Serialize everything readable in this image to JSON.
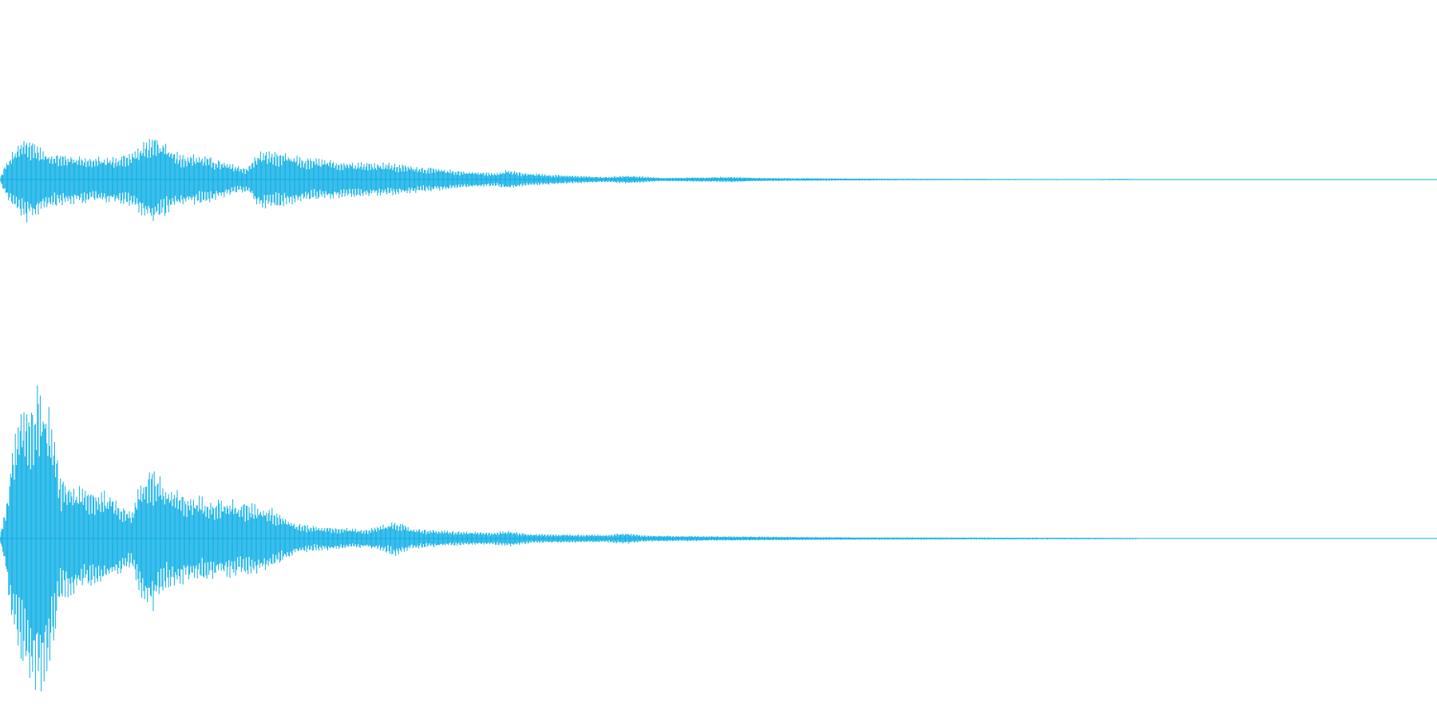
{
  "waveform": {
    "color": "#0aaee6",
    "background": "#ffffff",
    "channel_count": 2,
    "channels": [
      {
        "name": "channel-1",
        "envelope": [
          [
            0.0,
            0.02
          ],
          [
            0.004,
            0.3
          ],
          [
            0.01,
            0.55
          ],
          [
            0.018,
            0.78
          ],
          [
            0.024,
            0.7
          ],
          [
            0.03,
            0.52
          ],
          [
            0.045,
            0.46
          ],
          [
            0.06,
            0.42
          ],
          [
            0.08,
            0.4
          ],
          [
            0.095,
            0.55
          ],
          [
            0.105,
            0.78
          ],
          [
            0.112,
            0.72
          ],
          [
            0.125,
            0.48
          ],
          [
            0.145,
            0.42
          ],
          [
            0.16,
            0.28
          ],
          [
            0.172,
            0.22
          ],
          [
            0.18,
            0.5
          ],
          [
            0.19,
            0.52
          ],
          [
            0.21,
            0.4
          ],
          [
            0.24,
            0.33
          ],
          [
            0.27,
            0.3
          ],
          [
            0.29,
            0.24
          ],
          [
            0.32,
            0.16
          ],
          [
            0.345,
            0.12
          ],
          [
            0.352,
            0.18
          ],
          [
            0.365,
            0.12
          ],
          [
            0.4,
            0.07
          ],
          [
            0.42,
            0.05
          ],
          [
            0.44,
            0.07
          ],
          [
            0.46,
            0.03
          ],
          [
            0.51,
            0.05
          ],
          [
            0.53,
            0.03
          ],
          [
            0.62,
            0.015
          ],
          [
            0.7,
            0.01
          ],
          [
            0.76,
            0.008
          ],
          [
            0.78,
            0.012
          ],
          [
            0.8,
            0.004
          ],
          [
            0.86,
            0.004
          ],
          [
            0.87,
            0.0
          ],
          [
            1.0,
            0.0
          ]
        ]
      },
      {
        "name": "channel-2",
        "envelope": [
          [
            0.0,
            0.02
          ],
          [
            0.004,
            0.2
          ],
          [
            0.008,
            0.55
          ],
          [
            0.014,
            0.82
          ],
          [
            0.022,
            0.96
          ],
          [
            0.028,
            1.0
          ],
          [
            0.036,
            0.78
          ],
          [
            0.042,
            0.4
          ],
          [
            0.055,
            0.33
          ],
          [
            0.075,
            0.3
          ],
          [
            0.092,
            0.18
          ],
          [
            0.098,
            0.38
          ],
          [
            0.106,
            0.48
          ],
          [
            0.115,
            0.35
          ],
          [
            0.13,
            0.28
          ],
          [
            0.16,
            0.25
          ],
          [
            0.18,
            0.22
          ],
          [
            0.19,
            0.2
          ],
          [
            0.205,
            0.1
          ],
          [
            0.22,
            0.08
          ],
          [
            0.255,
            0.06
          ],
          [
            0.268,
            0.09
          ],
          [
            0.275,
            0.12
          ],
          [
            0.285,
            0.07
          ],
          [
            0.31,
            0.05
          ],
          [
            0.34,
            0.04
          ],
          [
            0.355,
            0.05
          ],
          [
            0.37,
            0.03
          ],
          [
            0.42,
            0.025
          ],
          [
            0.435,
            0.035
          ],
          [
            0.45,
            0.02
          ],
          [
            0.5,
            0.015
          ],
          [
            0.54,
            0.012
          ],
          [
            0.6,
            0.008
          ],
          [
            0.7,
            0.006
          ],
          [
            0.76,
            0.005
          ],
          [
            0.79,
            0.004
          ],
          [
            0.8,
            0.0
          ],
          [
            1.0,
            0.0
          ]
        ]
      }
    ]
  }
}
